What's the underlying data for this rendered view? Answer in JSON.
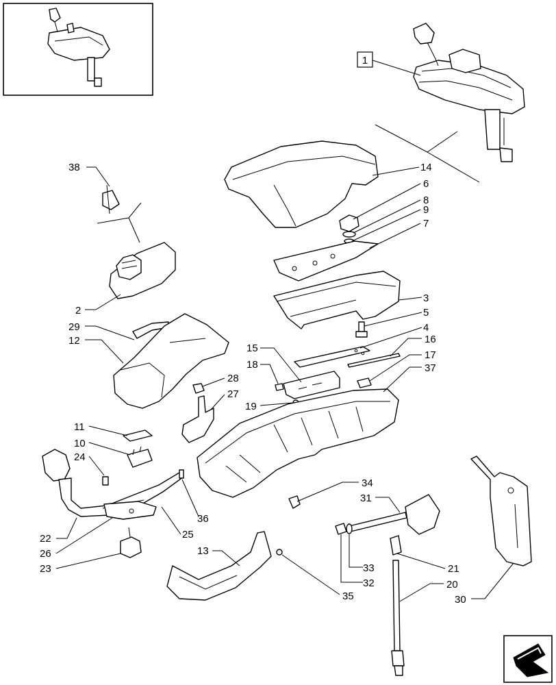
{
  "labels": {
    "p1": "1",
    "p2": "2",
    "p3": "3",
    "p4": "4",
    "p5": "5",
    "p6": "6",
    "p7": "7",
    "p8": "8",
    "p9": "9",
    "p10": "10",
    "p11": "11",
    "p12": "12",
    "p13": "13",
    "p14": "14",
    "p15": "15",
    "p16": "16",
    "p17": "17",
    "p18": "18",
    "p19": "19",
    "p20": "20",
    "p21": "21",
    "p22": "22",
    "p23": "23",
    "p24": "24",
    "p25": "25",
    "p26": "26",
    "p27": "27",
    "p28": "28",
    "p29": "29",
    "p30": "30",
    "p31": "31",
    "p32": "32",
    "p33": "33",
    "p34": "34",
    "p35": "35",
    "p36": "36",
    "p37": "37",
    "p38": "38"
  },
  "icons": {
    "thumbnail": "armrest-assembly-thumbnail-icon",
    "navigation": "next-page-arrow-icon"
  },
  "colors": {
    "line": "#000000",
    "background": "#ffffff"
  }
}
